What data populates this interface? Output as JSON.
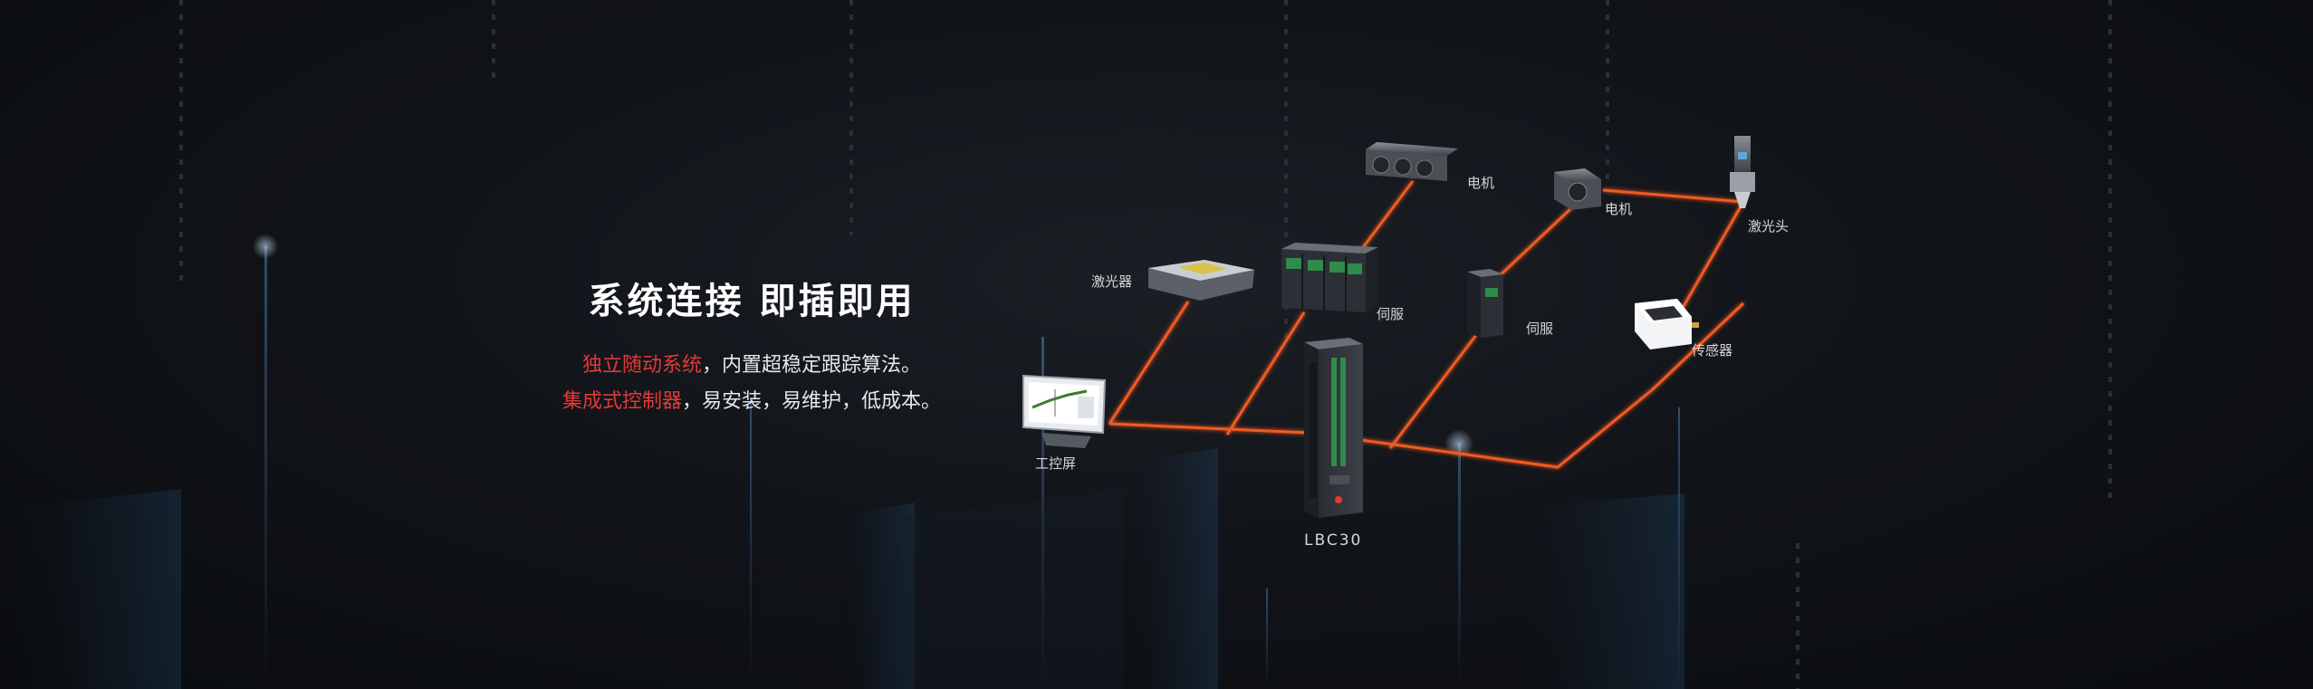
{
  "intro": {
    "title": "系统连接 即插即用",
    "line1_highlight": "独立随动系统",
    "line1_rest": "，内置超稳定跟踪算法。",
    "line2_highlight": "集成式控制器",
    "line2_rest": "，易安装，易维护，低成本。"
  },
  "colors": {
    "highlight": "#e53935",
    "connection": "#f05a23",
    "background": "#0d0f12"
  },
  "diagram": {
    "controller_model": "LBC30",
    "devices": {
      "laser": "激光器",
      "servo_1": "伺服",
      "motor_1": "电机",
      "motor_2": "电机",
      "servo_2": "伺服",
      "laser_head": "激光头",
      "sensor": "传感器",
      "industrial_screen": "工控屏"
    }
  }
}
